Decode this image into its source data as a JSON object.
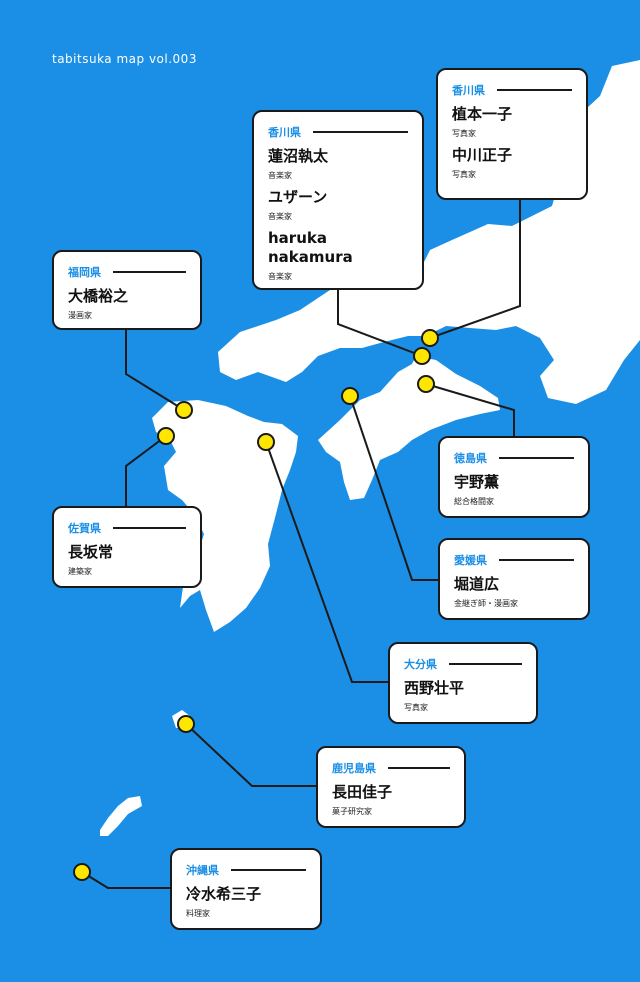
{
  "title": "tabitsuka map vol.003",
  "colors": {
    "sea": "#1B8FE6",
    "land": "#FFFFFF",
    "marker": "#FFE600",
    "line": "#1A1A1A",
    "pref_label": "#1B8FE6"
  },
  "cards": [
    {
      "pref": "香川県",
      "people": [
        {
          "name": "植本一子",
          "role": "写真家"
        },
        {
          "name": "中川正子",
          "role": "写真家"
        }
      ]
    },
    {
      "pref": "香川県",
      "people": [
        {
          "name": "蓮沼執太",
          "role": "音楽家"
        },
        {
          "name": "ユザーン",
          "role": "音楽家"
        },
        {
          "name": "haruka nakamura",
          "role": "音楽家"
        }
      ]
    },
    {
      "pref": "福岡県",
      "people": [
        {
          "name": "大橋裕之",
          "role": "漫画家"
        }
      ]
    },
    {
      "pref": "徳島県",
      "people": [
        {
          "name": "宇野薫",
          "role": "総合格闘家"
        }
      ]
    },
    {
      "pref": "佐賀県",
      "people": [
        {
          "name": "長坂常",
          "role": "建築家"
        }
      ]
    },
    {
      "pref": "愛媛県",
      "people": [
        {
          "name": "堀道広",
          "role": "金継ぎ師・漫画家"
        }
      ]
    },
    {
      "pref": "大分県",
      "people": [
        {
          "name": "西野壮平",
          "role": "写真家"
        }
      ]
    },
    {
      "pref": "鹿児島県",
      "people": [
        {
          "name": "長田佳子",
          "role": "菓子研究家"
        }
      ]
    },
    {
      "pref": "沖縄県",
      "people": [
        {
          "name": "冷水希三子",
          "role": "料理家"
        }
      ]
    }
  ]
}
